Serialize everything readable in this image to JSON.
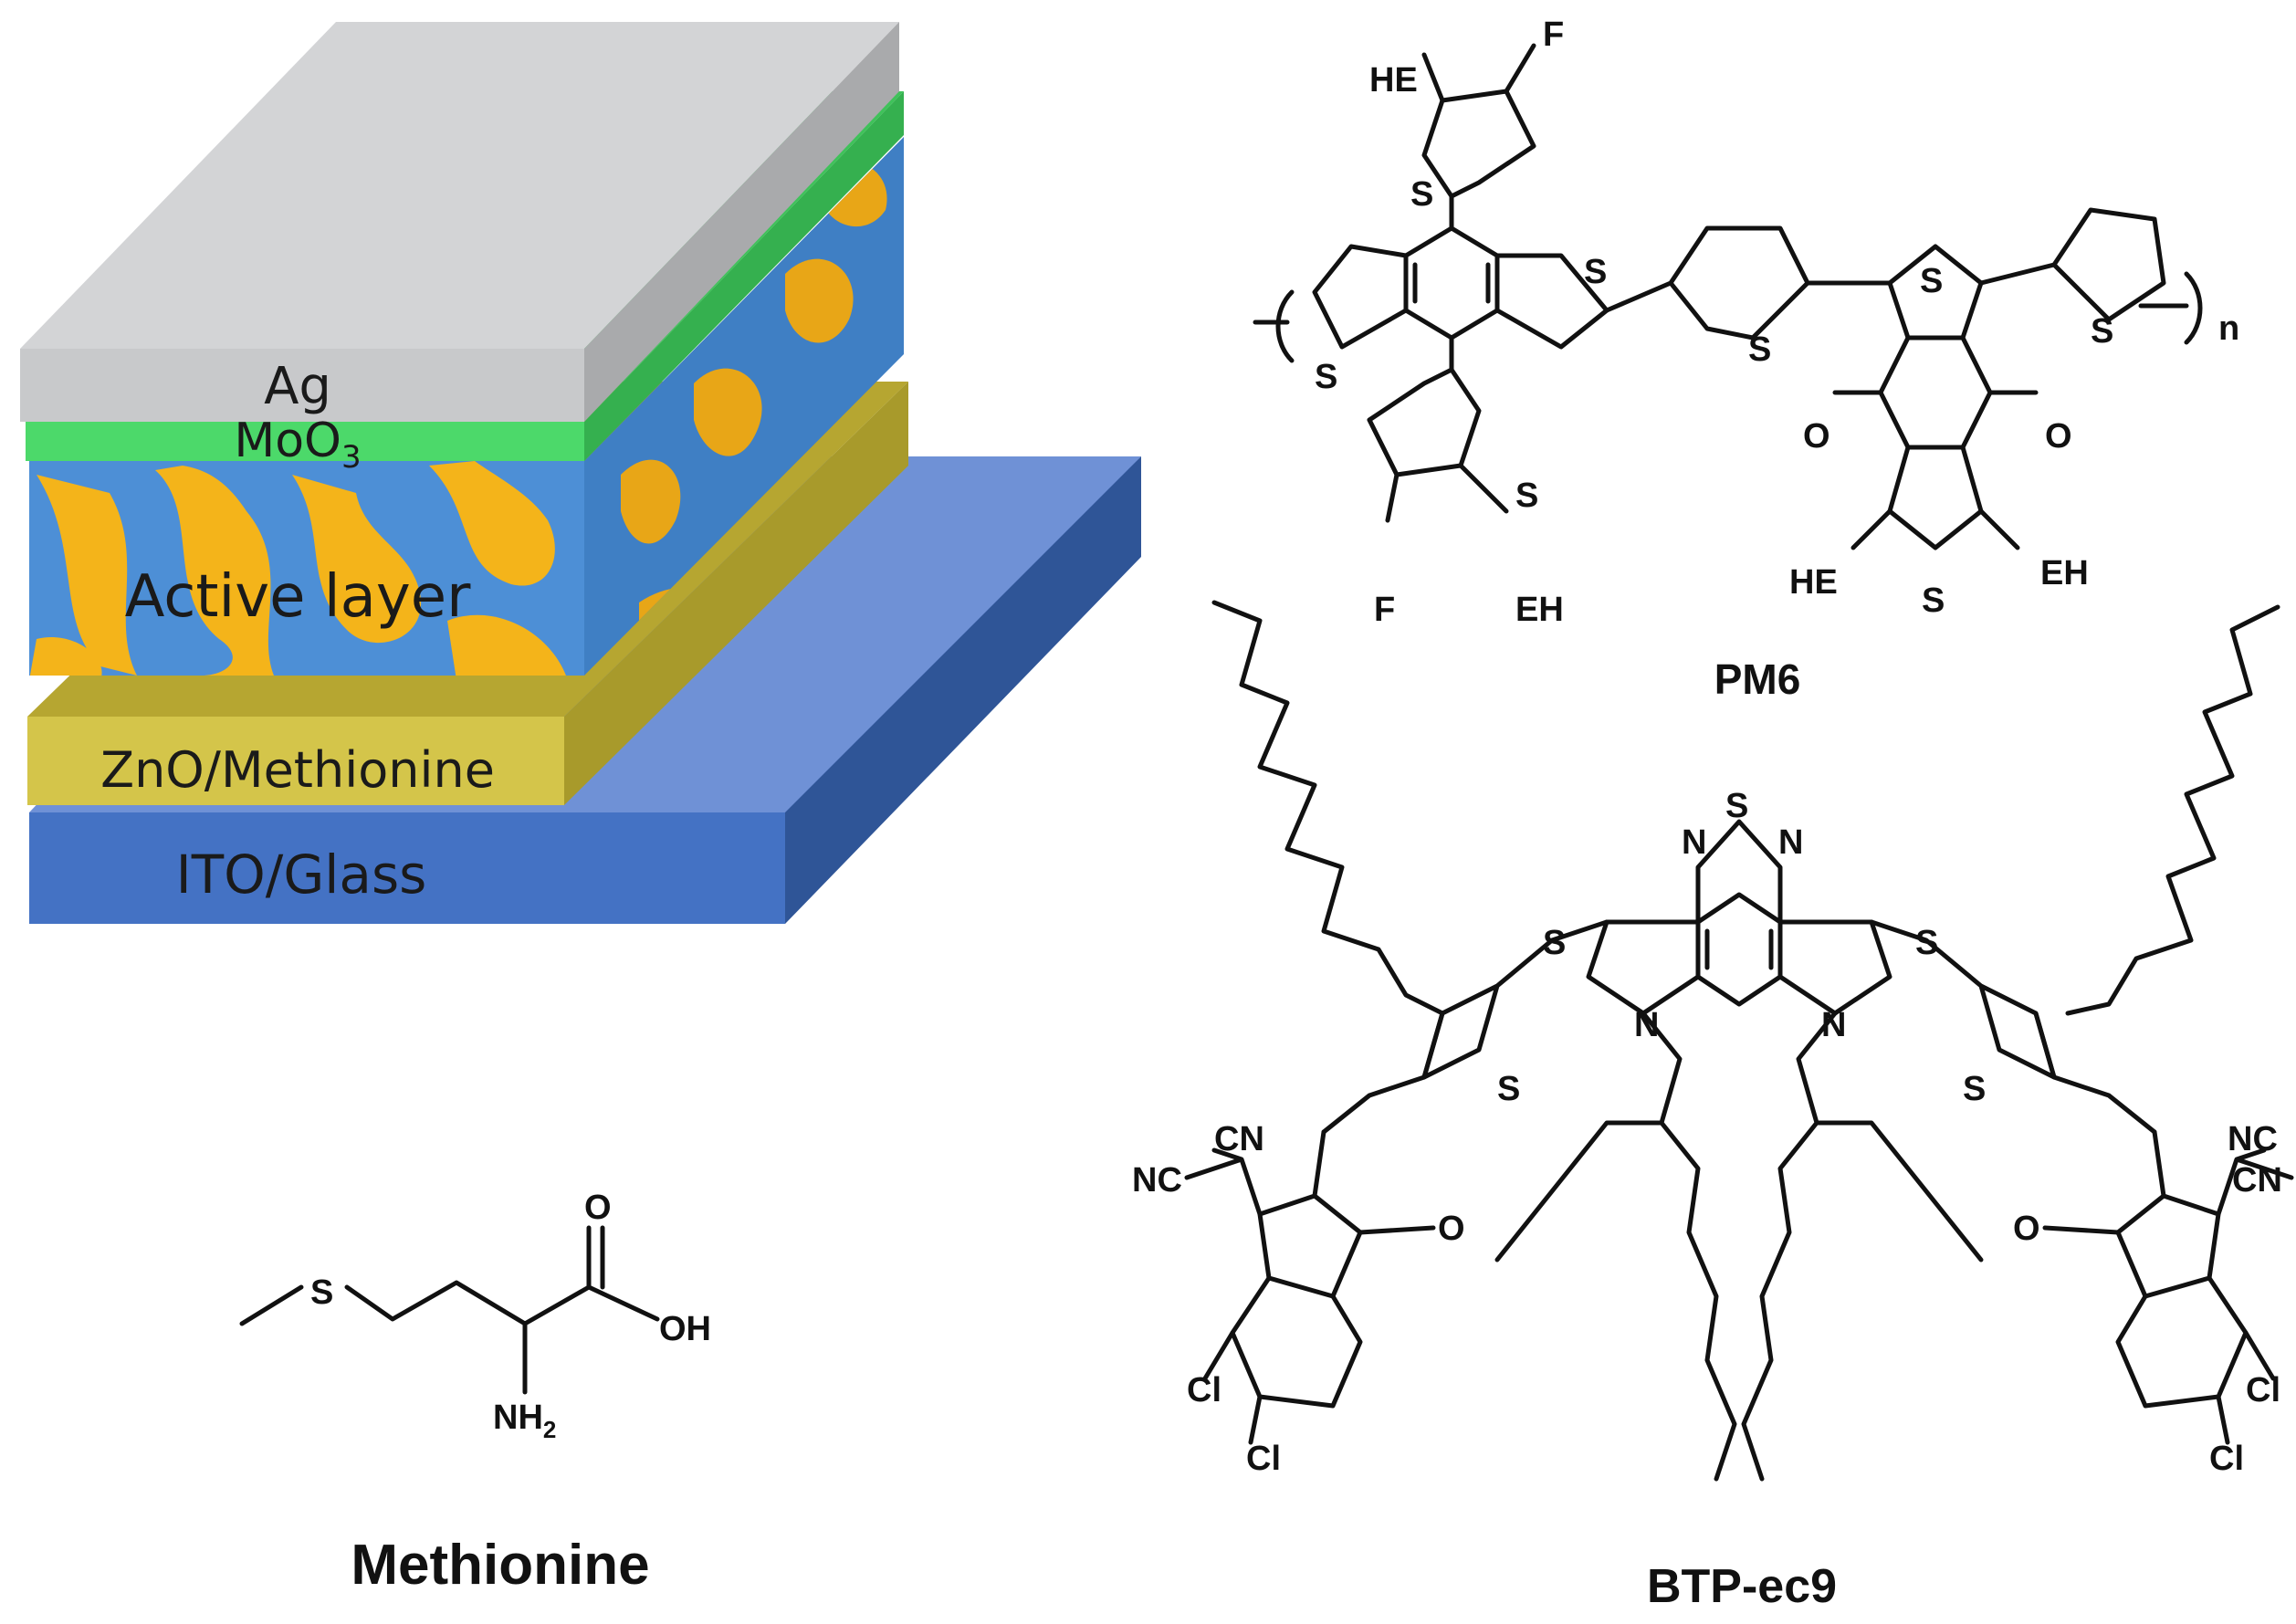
{
  "device": {
    "layers": [
      {
        "key": "ag",
        "label": "Ag",
        "color": "#c8c9cb"
      },
      {
        "key": "moo3",
        "label": "MoO",
        "sub": "3",
        "color": "#4cd96a"
      },
      {
        "key": "active",
        "label": "Active layer",
        "color_a": "#4d8fd6",
        "color_b": "#f4b41a"
      },
      {
        "key": "zno",
        "label": "ZnO/Methionine",
        "color": "#d4c54a"
      },
      {
        "key": "ito",
        "label": "ITO/Glass",
        "color": "#4472c4"
      }
    ]
  },
  "molecules": {
    "pm6": {
      "name": "PM6",
      "atoms": {
        "s": "S",
        "f": "F",
        "o": "O",
        "he": "HE",
        "eh": "EH",
        "n": "n"
      }
    },
    "btp": {
      "name": "BTP-ec9",
      "atoms": {
        "s": "S",
        "n": "N",
        "o": "O",
        "cn": "CN",
        "nc": "NC",
        "cl": "Cl"
      }
    },
    "methionine": {
      "name": "Methionine",
      "atoms": {
        "s": "S",
        "o": "O",
        "oh": "OH",
        "nh": "NH",
        "nh_sub": "2"
      }
    }
  }
}
